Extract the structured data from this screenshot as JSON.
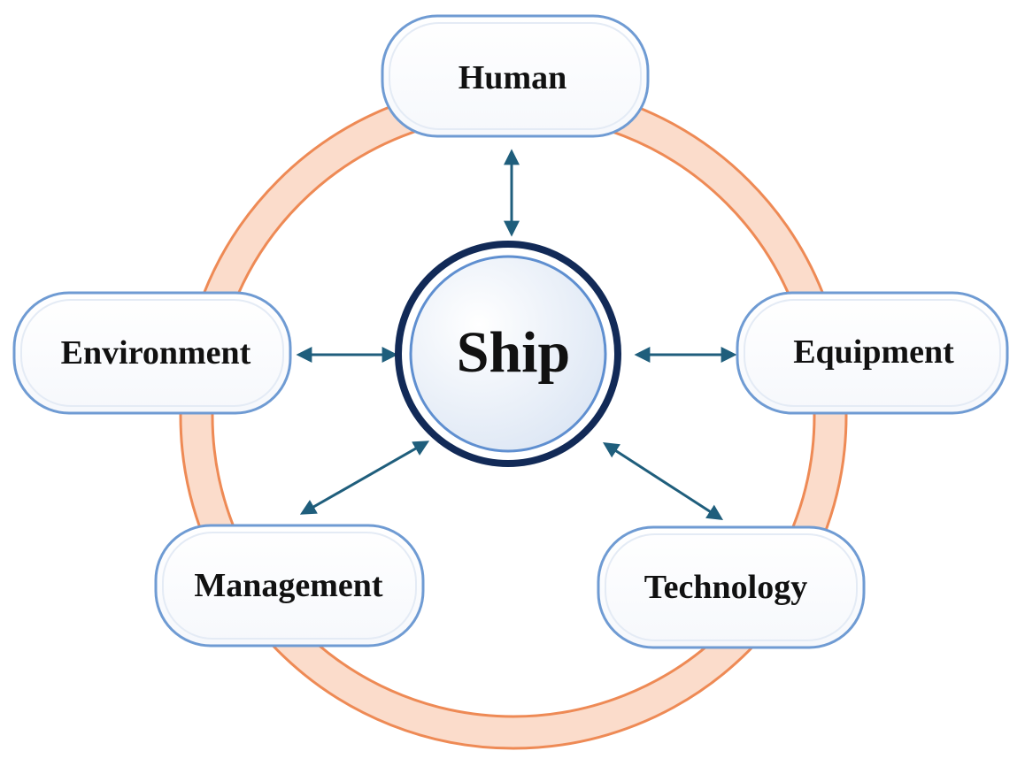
{
  "center": {
    "label": "Ship"
  },
  "nodes": {
    "human": {
      "label": "Human"
    },
    "environment": {
      "label": "Environment"
    },
    "equipment": {
      "label": "Equipment"
    },
    "management": {
      "label": "Management"
    },
    "technology": {
      "label": "Technology"
    }
  },
  "colors": {
    "ring_fill": "#fbdccb",
    "ring_stroke": "#ee8a55",
    "node_stroke": "#6f9bd3",
    "center_outer": "#122a57",
    "center_inner": "#5f8fd0",
    "center_fill": "#e9eff8",
    "arrow": "#1f5e7c"
  }
}
